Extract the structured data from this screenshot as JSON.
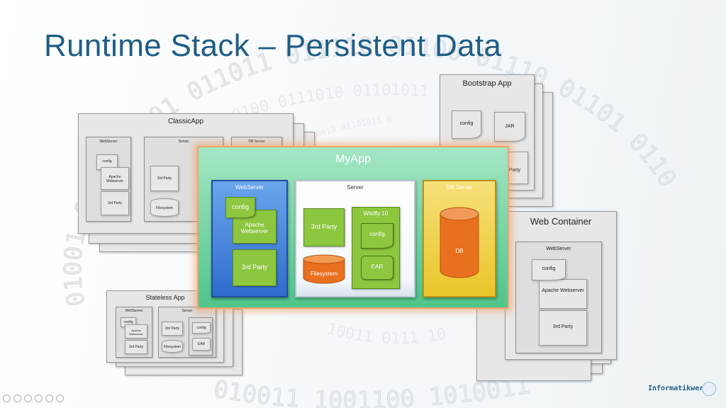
{
  "title": "Runtime Stack – Persistent Data",
  "binary": {
    "ring": "01001 0110 10001 011011 011110 01100 01110 01101 0110",
    "arc_inner": "0100 0111010 01101011 0",
    "arc_lower": "10010 01101011 0",
    "bottom": "010011 1001100 1010011",
    "bottom2": "10011 0111 10"
  },
  "classic_app": {
    "title": "ClassicApp",
    "webserver": "WebServer",
    "server": "Server",
    "db_server": "DB Server",
    "config": "config",
    "apache": "Apache Webserver",
    "third_party": "3rd Party",
    "third_party2": "3rd Party",
    "filesystem": "Filesystem"
  },
  "stateless_app": {
    "title": "Stateless App",
    "webserver": "WebServer",
    "server": "Server",
    "config": "config",
    "apache": "Apache Webserver",
    "third_party": "3rd Party",
    "third_party2": "3rd Party",
    "filesystem": "Filesystem",
    "config2": "config",
    "ear": "EAR"
  },
  "bootstrap_app": {
    "title": "Bootstrap App",
    "config": "config",
    "jar": "JAR",
    "party": "Party"
  },
  "web_container": {
    "title": "Web Container",
    "webserver": "WebServer",
    "config": "config",
    "apache": "Apache Webserver",
    "third_party": "3rd Party"
  },
  "myapp": {
    "title": "MyApp",
    "webserver": {
      "title": "WebServer",
      "config": "config",
      "apache": "Apache Webserver",
      "third_party": "3rd Party"
    },
    "server": {
      "title": "Server",
      "third_party": "3rd Party",
      "filesystem": "Filesystem",
      "wildfly": "Wildfly 10",
      "config": "config",
      "ear": "EAR"
    },
    "db_server": {
      "title": "DB Server",
      "db": "DB"
    }
  },
  "logo": {
    "text": "Informatikwerk"
  },
  "colors": {
    "title": "#1f5d86",
    "green": "#8dc63f",
    "myapp": "#7fd8a8",
    "webserver_blue": "#3a7fd5",
    "db_yellow": "#f3d44a",
    "db_orange": "#e8701e"
  }
}
